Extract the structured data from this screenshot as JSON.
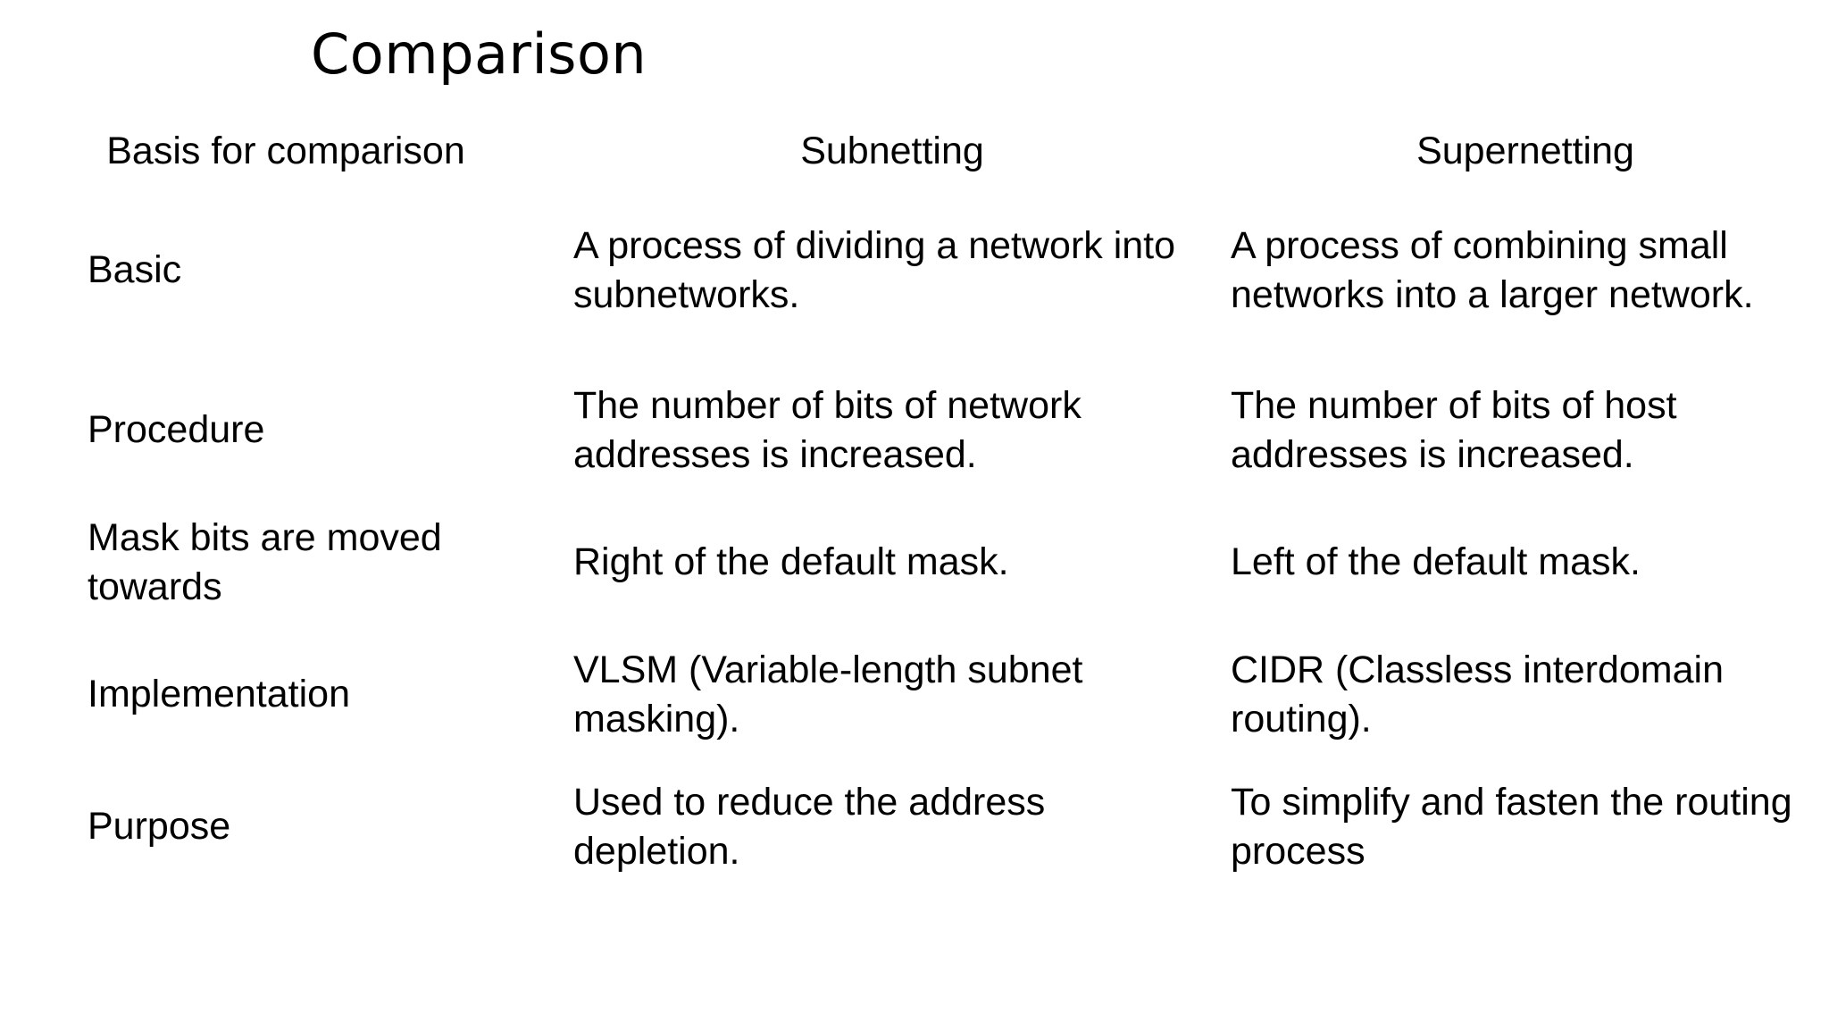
{
  "slide": {
    "title": "Comparison",
    "background_color": "#ffffff",
    "text_color": "#000000"
  },
  "table": {
    "headers": {
      "basis": "Basis for comparison",
      "subnetting": "Subnetting",
      "supernetting": "Supernetting"
    },
    "rows": [
      {
        "basis": "Basic",
        "subnetting": "A process of dividing a network into subnetworks.",
        "supernetting": "A process of combining small networks into a larger network."
      },
      {
        "basis": "Procedure",
        "subnetting": "The number of bits of network addresses is increased.",
        "supernetting": "The number of bits of host addresses is increased."
      },
      {
        "basis": "Mask bits are moved towards",
        "subnetting": "Right of the default mask.",
        "supernetting": "Left of the default mask."
      },
      {
        "basis": "Implementation",
        "subnetting": "VLSM (Variable-length subnet masking).",
        "supernetting": "CIDR (Classless interdomain routing)."
      },
      {
        "basis": "Purpose",
        "subnetting": "Used to reduce the address depletion.",
        "supernetting": "To simplify and fasten the routing process"
      }
    ]
  }
}
